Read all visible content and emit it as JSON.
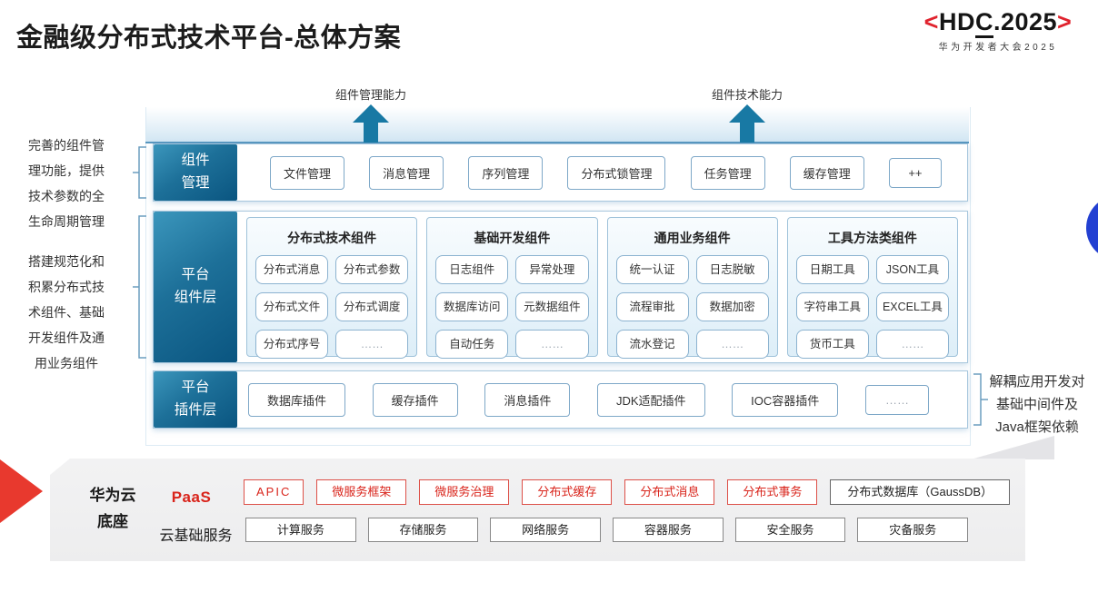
{
  "title": "金融级分布式技术平台-总体方案",
  "logo": {
    "bracket_left": "<",
    "text_hd": "HD",
    "text_c": "C",
    "text_rest": ".2025",
    "bracket_right": ">",
    "subtitle": "华为开发者大会2025"
  },
  "capabilities": {
    "manage": "组件管理能力",
    "tech": "组件技术能力"
  },
  "left_notes": {
    "note1": "完善的组件管理功能，提供技术参数的全生命周期管理",
    "note2": "搭建规范化和积累分布式技术组件、基础开发组件及通用业务组件"
  },
  "right_note": "解耦应用开发对基础中间件及Java框架依赖",
  "rows": {
    "manage": {
      "label": [
        "组件",
        "管理"
      ],
      "items": [
        "文件管理",
        "消息管理",
        "序列管理",
        "分布式锁管理",
        "任务管理",
        "缓存管理",
        "++"
      ]
    },
    "components": {
      "label": [
        "平台",
        "组件层"
      ],
      "columns": [
        {
          "header": "分布式技术组件",
          "items": [
            "分布式消息",
            "分布式参数",
            "分布式文件",
            "分布式调度",
            "分布式序号",
            "……"
          ]
        },
        {
          "header": "基础开发组件",
          "items": [
            "日志组件",
            "异常处理",
            "数据库访问",
            "元数据组件",
            "自动任务",
            "……"
          ]
        },
        {
          "header": "通用业务组件",
          "items": [
            "统一认证",
            "日志脱敏",
            "流程审批",
            "数据加密",
            "流水登记",
            "……"
          ]
        },
        {
          "header": "工具方法类组件",
          "items": [
            "日期工具",
            "JSON工具",
            "字符串工具",
            "EXCEL工具",
            "货币工具",
            "……"
          ]
        }
      ]
    },
    "plugins": {
      "label": [
        "平台",
        "插件层"
      ],
      "items": [
        "数据库插件",
        "缓存插件",
        "消息插件",
        "JDK适配插件",
        "IOC容器插件",
        "……"
      ]
    }
  },
  "foundation": {
    "label": [
      "华为云",
      "底座"
    ],
    "paas": {
      "label": "PaaS",
      "items": [
        "APIC",
        "微服务框架",
        "微服务治理",
        "分布式缓存",
        "分布式消息",
        "分布式事务"
      ],
      "db": "分布式数据库（GaussDB）"
    },
    "cloud": {
      "label": "云基础服务",
      "items": [
        "计算服务",
        "存储服务",
        "网络服务",
        "容器服务",
        "安全服务",
        "灾备服务"
      ]
    }
  },
  "colors": {
    "teal": "#10688f",
    "red": "#d9241b",
    "circle_blue": "#2340d2"
  }
}
